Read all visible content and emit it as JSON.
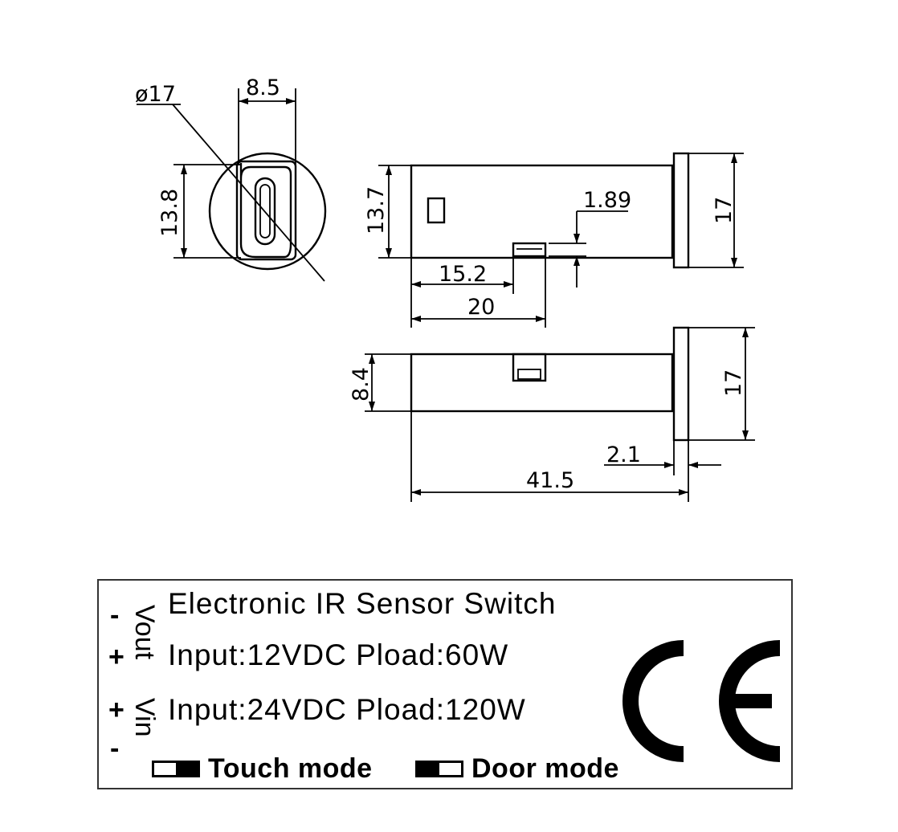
{
  "dimensions": {
    "diameter": "ø17",
    "width_8_5": "8.5",
    "height_13_8": "13.8",
    "height_13_7": "13.7",
    "offset_1_89": "1.89",
    "length_15_2": "15.2",
    "length_20": "20",
    "flange_17_top": "17",
    "height_8_4": "8.4",
    "flange_17_bottom": "17",
    "flange_2_1": "2.1",
    "total_41_5": "41.5"
  },
  "label": {
    "title": "Electronic IR Sensor Switch",
    "line1": "Input:12VDC Pload:60W",
    "line2": "Input:24VDC Pload:120W",
    "vout_label": "Vout",
    "vin_label": "Vin",
    "pin_minus_1": "-",
    "pin_plus_1": "+",
    "pin_plus_2": "+",
    "pin_minus_2": "-",
    "touch_mode": "Touch mode",
    "door_mode": "Door mode",
    "mark": "CE"
  }
}
